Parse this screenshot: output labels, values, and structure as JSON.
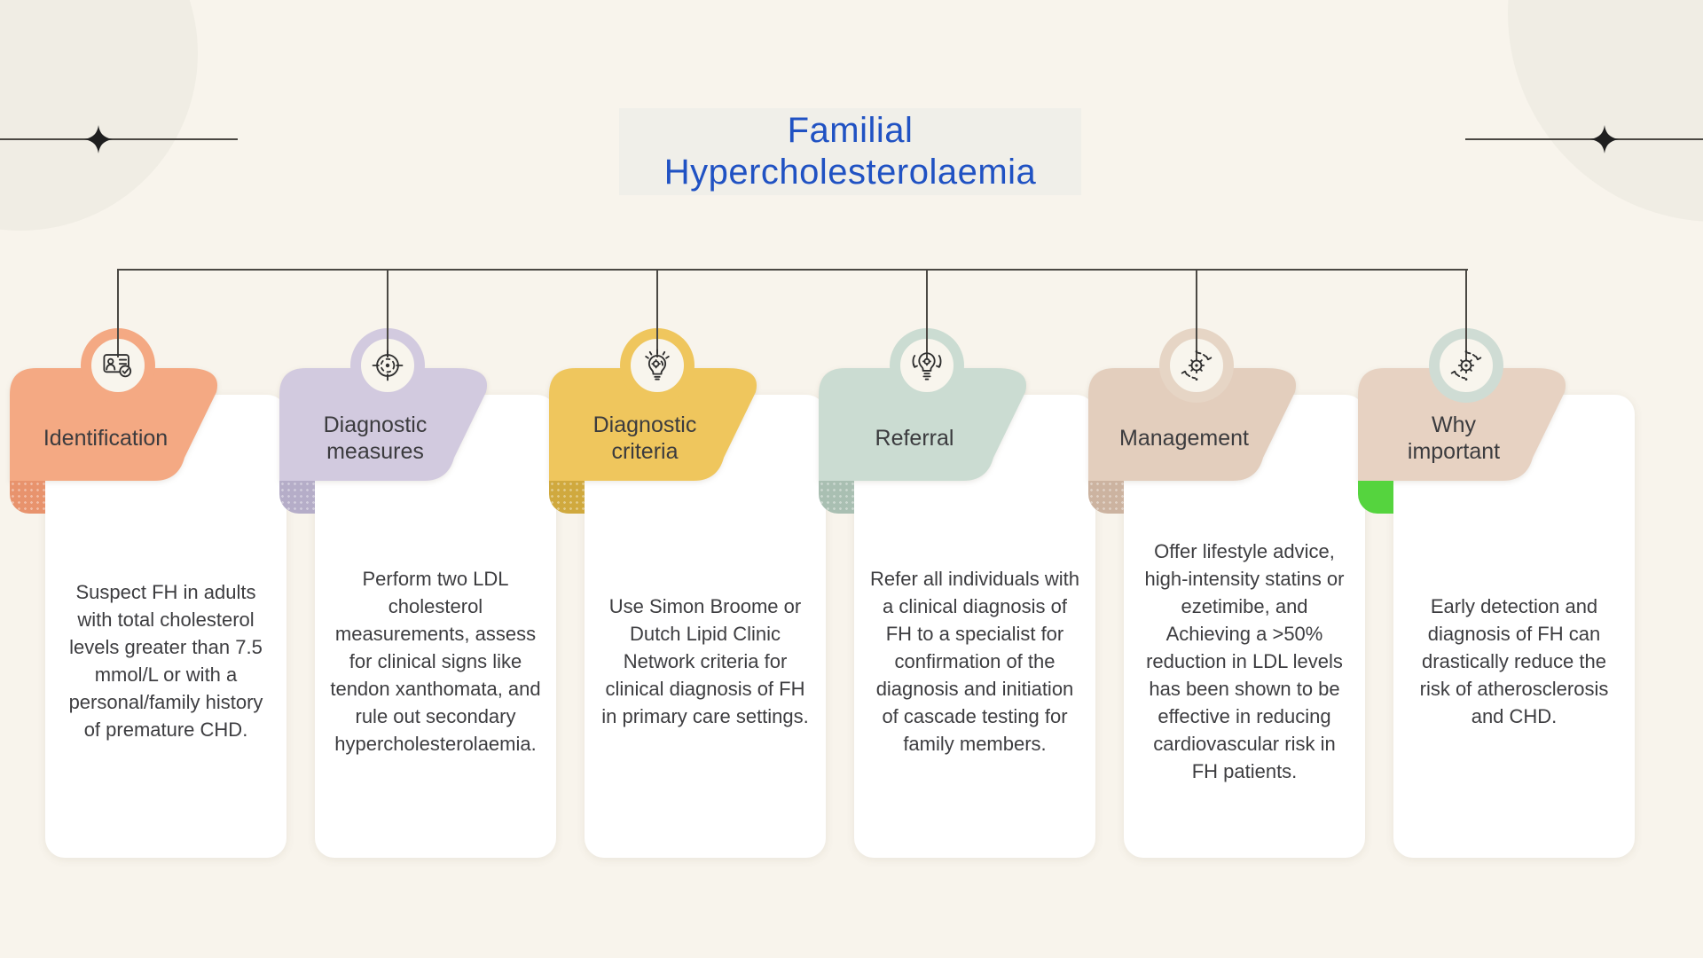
{
  "page": {
    "background": "#f8f4ec",
    "connector_color": "#4b4843",
    "sparkle_color": "#1f1f1f",
    "deco_circle_color": "#f0ede4",
    "body_text_color": "#3d3d40"
  },
  "title": {
    "text": "Familial\nHypercholesterolaemia",
    "color": "#2052c3",
    "box_color": "#f0efe9"
  },
  "cards": [
    {
      "title": "Identification",
      "icon": "id-card-check",
      "body": "Suspect FH in adults with total cholesterol levels greater than 7.5 mmol/L or with a personal/family history of premature CHD.",
      "colors": {
        "header": "#f4a983",
        "fold": "#e8936d",
        "ring": "#f4a983"
      }
    },
    {
      "title": "Diagnostic\nmeasures",
      "icon": "crosshair-target",
      "body": "Perform two LDL cholesterol measurements, assess for clinical signs like tendon xanthomata, and rule out secondary hypercholesterolaemia.",
      "colors": {
        "header": "#d2cadf",
        "fold": "#b5adc8",
        "ring": "#d2cadf"
      }
    },
    {
      "title": "Diagnostic\ncriteria",
      "icon": "creative-mind-bulb",
      "body": "Use Simon Broome or Dutch Lipid Clinic Network criteria for clinical diagnosis of FH in primary care settings.",
      "colors": {
        "header": "#efc65d",
        "fold": "#d0a93e",
        "ring": "#efc65d"
      }
    },
    {
      "title": "Referral",
      "icon": "bulb-gear",
      "body": "Refer all individuals with a clinical diagnosis of FH to a specialist for confirmation of the diagnosis and initiation of cascade testing for family members.",
      "colors": {
        "header": "#cbdcd2",
        "fold": "#a9bfb2",
        "ring": "#cbdcd2"
      }
    },
    {
      "title": "Management",
      "icon": "process-gears",
      "body": "Offer lifestyle advice, high-intensity statins or ezetimibe, and Achieving a >50% reduction in LDL levels has been shown to be effective in reducing cardiovascular risk in FH patients.",
      "colors": {
        "header": "#e3cebd",
        "fold": "#ccb3a0",
        "ring": "#e6d5c5"
      }
    },
    {
      "title": "Why\nimportant",
      "icon": "process-gears",
      "body": "Early detection and diagnosis of FH can drastically reduce the risk of atherosclerosis and CHD.",
      "colors": {
        "header": "#e7d2c2",
        "fold": "#55d43e",
        "ring": "#cfdcd4"
      }
    }
  ]
}
